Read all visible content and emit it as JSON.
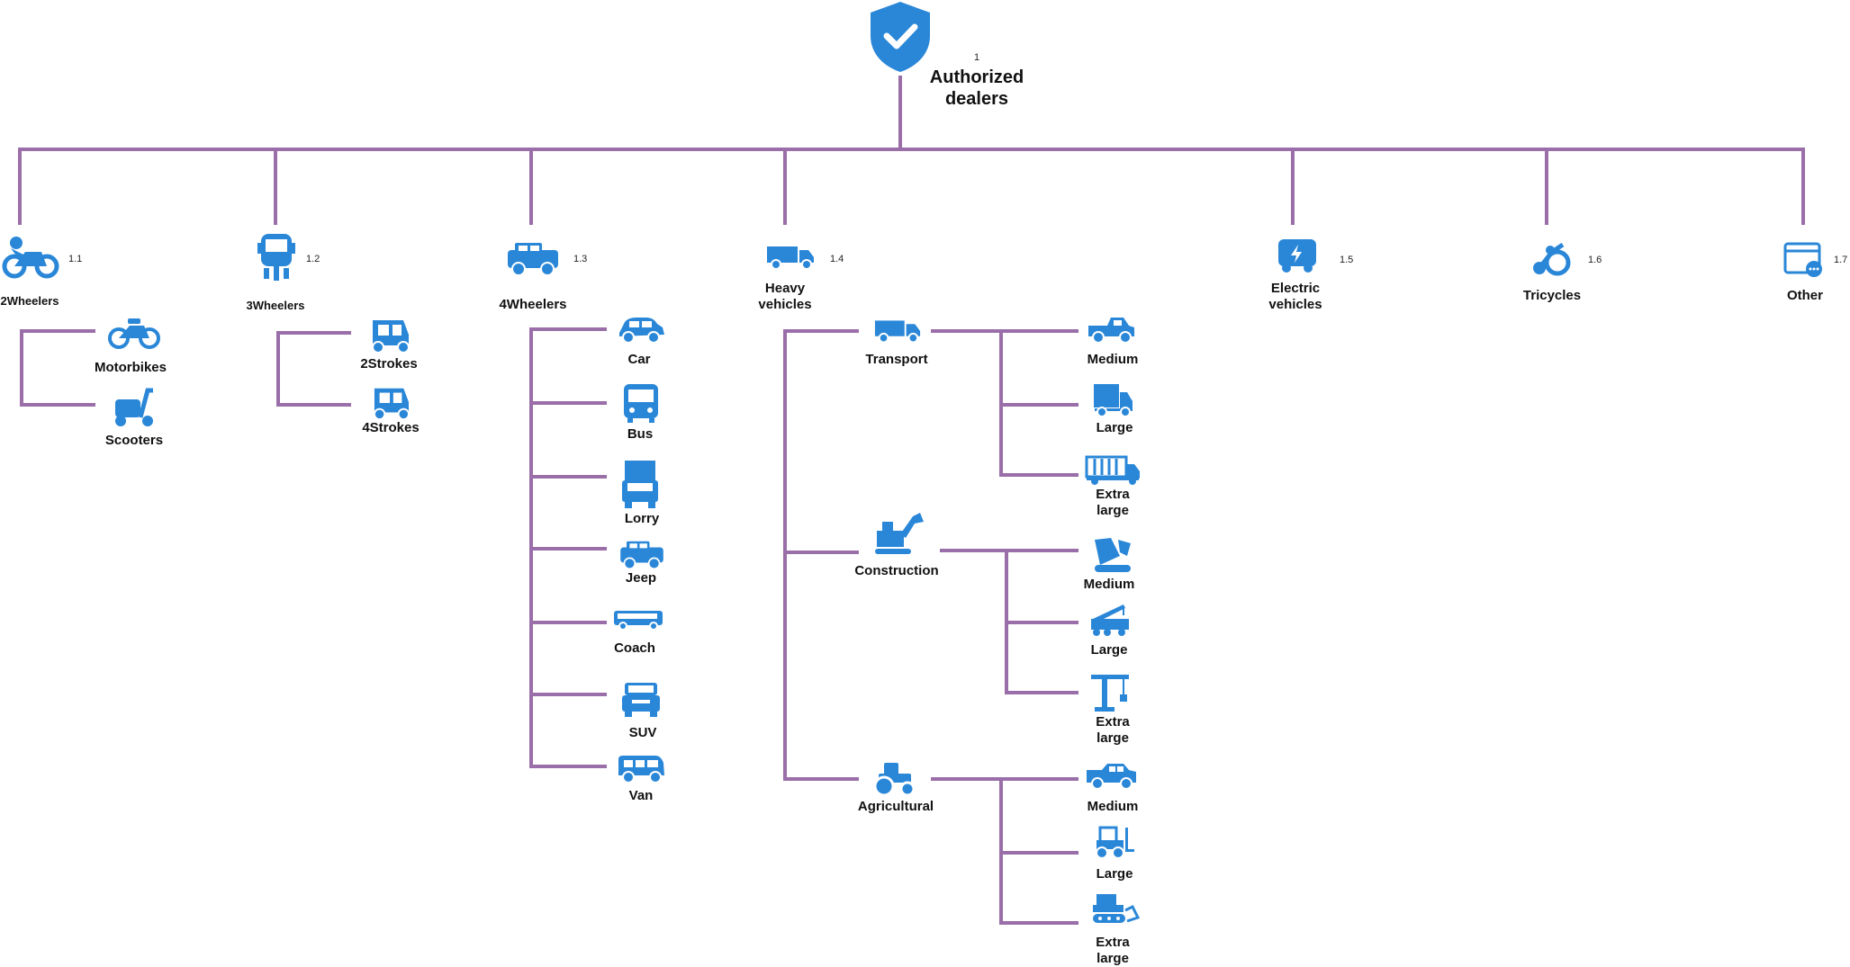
{
  "colors": {
    "icon": "#2a87d8",
    "connector": "#9a6ea8"
  },
  "root": {
    "number": "1",
    "label": "Authorized\ndealers",
    "icon": "shield-check-icon"
  },
  "categories": [
    {
      "number": "1.1",
      "label": "2Wheelers",
      "icon": "motorbike-rider-icon",
      "children": [
        {
          "label": "Motorbikes",
          "icon": "motorbike-icon"
        },
        {
          "label": "Scooters",
          "icon": "scooter-icon"
        }
      ]
    },
    {
      "number": "1.2",
      "label": "3Wheelers",
      "icon": "auto-rickshaw-front-icon",
      "children": [
        {
          "label": "2Strokes",
          "icon": "rickshaw-icon"
        },
        {
          "label": "4Strokes",
          "icon": "rickshaw-icon"
        }
      ]
    },
    {
      "number": "1.3",
      "label": "4Wheelers",
      "icon": "jeep-icon",
      "children": [
        {
          "label": "Car",
          "icon": "car-icon"
        },
        {
          "label": "Bus",
          "icon": "bus-icon"
        },
        {
          "label": "Lorry",
          "icon": "lorry-icon"
        },
        {
          "label": "Jeep",
          "icon": "jeep-icon"
        },
        {
          "label": "Coach",
          "icon": "coach-icon"
        },
        {
          "label": "SUV",
          "icon": "suv-icon"
        },
        {
          "label": "Van",
          "icon": "van-icon"
        }
      ]
    },
    {
      "number": "1.4",
      "label": "Heavy\nvehicles",
      "icon": "truck-icon",
      "children": [
        {
          "label": "Transport",
          "icon": "truck-icon",
          "children": [
            {
              "label": "Medium",
              "icon": "pickup-truck-icon"
            },
            {
              "label": "Large",
              "icon": "box-truck-icon"
            },
            {
              "label": "Extra\nlarge",
              "icon": "container-truck-icon"
            }
          ]
        },
        {
          "label": "Construction",
          "icon": "excavator-icon",
          "children": [
            {
              "label": "Medium",
              "icon": "digger-icon"
            },
            {
              "label": "Large",
              "icon": "crane-truck-icon"
            },
            {
              "label": "Extra\nlarge",
              "icon": "tower-crane-icon"
            }
          ]
        },
        {
          "label": "Agricultural",
          "icon": "tractor-icon",
          "children": [
            {
              "label": "Medium",
              "icon": "farm-truck-icon"
            },
            {
              "label": "Large",
              "icon": "forklift-icon"
            },
            {
              "label": "Extra\nlarge",
              "icon": "bulldozer-icon"
            }
          ]
        }
      ]
    },
    {
      "number": "1.5",
      "label": "Electric\nvehicles",
      "icon": "electric-vehicle-icon",
      "children": []
    },
    {
      "number": "1.6",
      "label": "Tricycles",
      "icon": "tricycle-icon",
      "children": []
    },
    {
      "number": "1.7",
      "label": "Other",
      "icon": "window-more-icon",
      "children": []
    }
  ]
}
